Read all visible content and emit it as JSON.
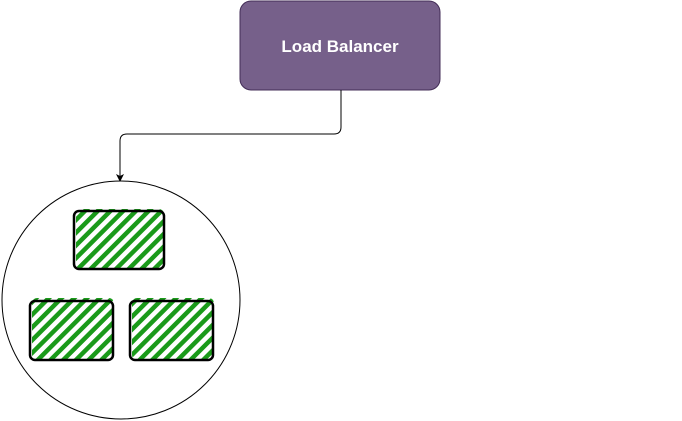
{
  "load_balancer": {
    "label": "Load Balancer",
    "fill_color": "#76608a",
    "border_color": "#432d57",
    "text_color": "#ffffff"
  },
  "connector": {
    "color": "#000000"
  },
  "server_group": {
    "circle_border_color": "#000000",
    "server_fill_color": "#1a9a1a",
    "server_border_color": "#000000",
    "servers": [
      {
        "name": "server-top"
      },
      {
        "name": "server-bottom-left"
      },
      {
        "name": "server-bottom-right"
      }
    ]
  }
}
